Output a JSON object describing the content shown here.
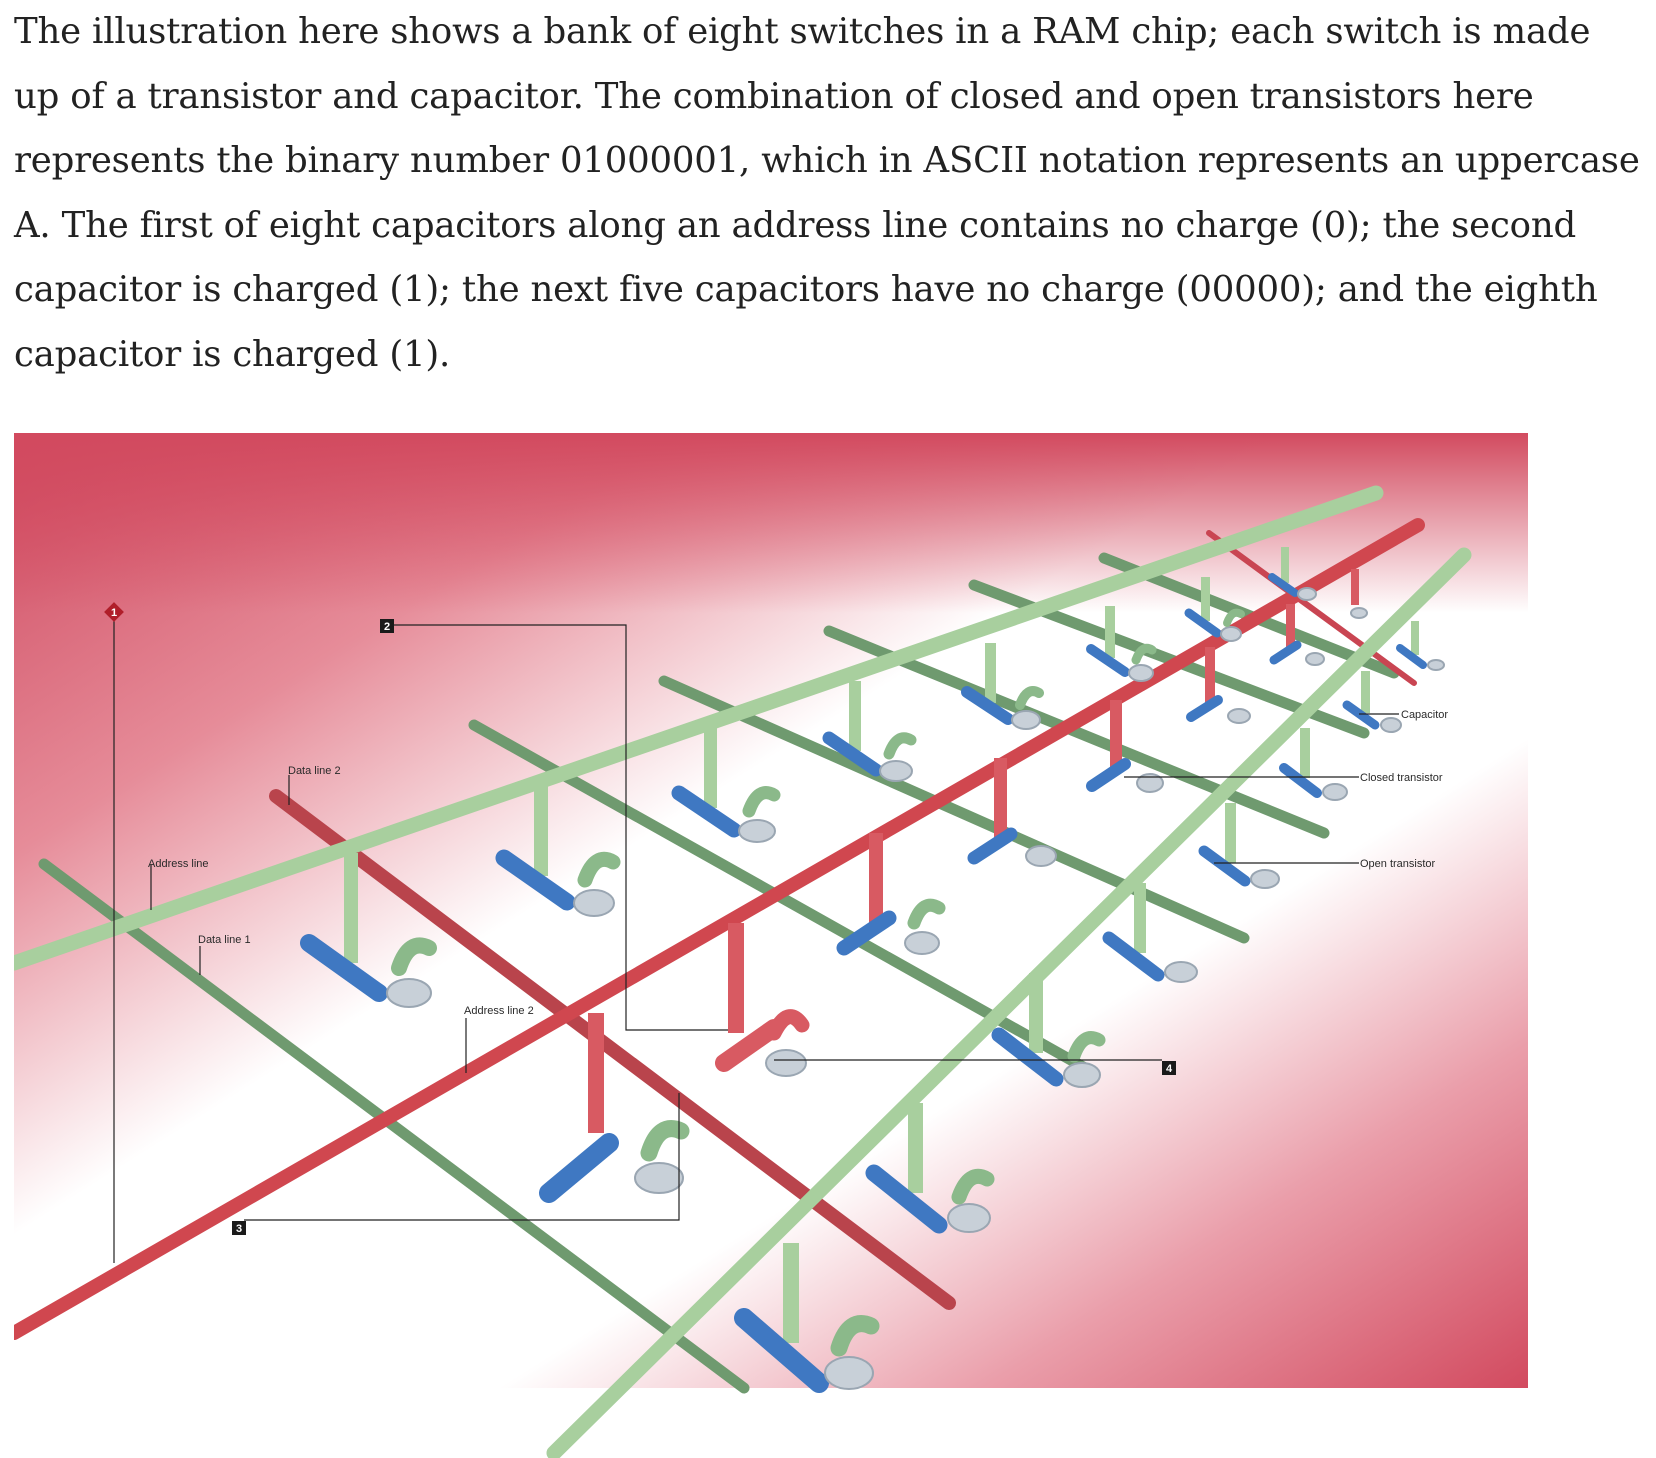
{
  "paragraph": "The illustration here shows a bank of eight switches in a RAM chip; each switch is made up of a transistor and capacitor. The combination of closed and open transistors here represents the binary number 01000001, which in ASCII notation represents an uppercase A. The first of eight capacitors along an address line contains no charge (0); the second capacitor is charged (1); the next five capacitors have no charge (00000); and the eighth capacitor is charged (1).",
  "figure": {
    "labels": {
      "address_line": "Address line",
      "data_line_1": "Data line 1",
      "data_line_2": "Data line 2",
      "address_line_2": "Address line 2",
      "capacitor": "Capacitor",
      "closed_transistor": "Closed transistor",
      "open_transistor": "Open transistor"
    },
    "callouts": [
      "1",
      "2",
      "3",
      "4"
    ],
    "colors": {
      "background_red": "#d24a5f",
      "light_green": "#a8cf9e",
      "dark_green": "#6f9a6f",
      "red_line": "#d0474f",
      "transistor_blue": "#3f78c2",
      "capacitor_gray": "#c8d0d8"
    }
  }
}
